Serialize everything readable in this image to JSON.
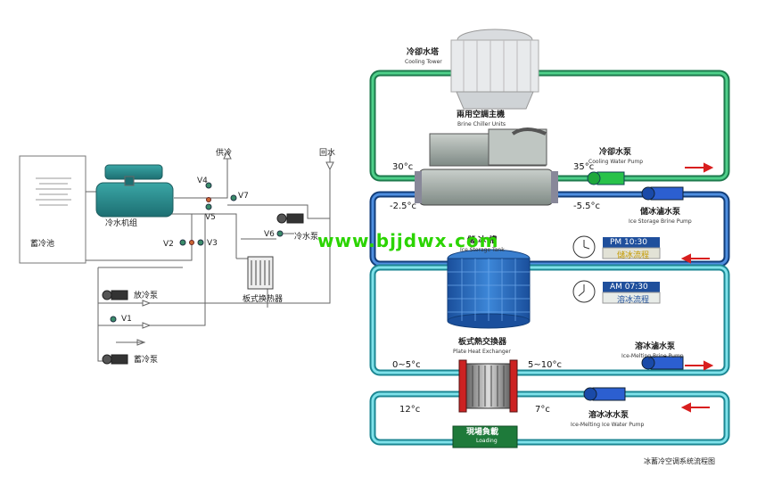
{
  "left": {
    "storage_pool": "蓄冷池",
    "chiller_unit": "冷水机组",
    "supply_cold": "供冷",
    "return_water": "回水",
    "cold_water_pump": "冷水泵",
    "release_pump": "放冷泵",
    "storage_pump": "蓄冷泵",
    "plate_exchanger": "板式换热器",
    "valves": [
      "V1",
      "V2",
      "V3",
      "V4",
      "V5",
      "V6",
      "V7"
    ]
  },
  "right": {
    "cooling_tower_cn": "冷卻水塔",
    "cooling_tower_en": "Cooling Tower",
    "chiller_cn": "兩用空調主機",
    "chiller_en": "Brine Chiller Units",
    "cooling_pump_cn": "冷卻水泵",
    "cooling_pump_en": "Cooling Water Pump",
    "brine_pump_cn": "儲冰滷水泵",
    "brine_pump_en": "Ice Storage Brine Pump",
    "ice_tank_cn": "儲 冰 槽",
    "ice_tank_en": "Ice Storage Tank",
    "plate_hx_cn": "板式熱交換器",
    "plate_hx_en": "Plate Heat Exchanger",
    "melt_brine_pump_cn": "溶冰滷水泵",
    "melt_brine_pump_en": "Ice-Melting Brine Pump",
    "melt_ice_pump_cn": "溶冰冰水泵",
    "melt_ice_pump_en": "Ice-Melting Ice Water Pump",
    "load_cn": "現場負載",
    "load_en": "Loading",
    "temps": {
      "t30": "30°c",
      "t35": "35°c",
      "tm25": "-2.5°c",
      "tm55": "-5.5°c",
      "t05": "0~5°c",
      "t510": "5~10°c",
      "t12": "12°c",
      "t7": "7°c"
    },
    "pm_time": "PM 10:30",
    "pm_label": "儲冰流程",
    "am_time": "AM 07:30",
    "am_label": "溶冰流程",
    "footer": "冰蓄冷空调系统流程图"
  },
  "watermark": "www.bjjdwx.com",
  "colors": {
    "pipe_green": "#2e9e6a",
    "pipe_blue": "#1f5fa8",
    "pipe_cyan": "#2fb7c2",
    "arrow_red": "#d81e1e",
    "watermark": "#2bd400"
  }
}
